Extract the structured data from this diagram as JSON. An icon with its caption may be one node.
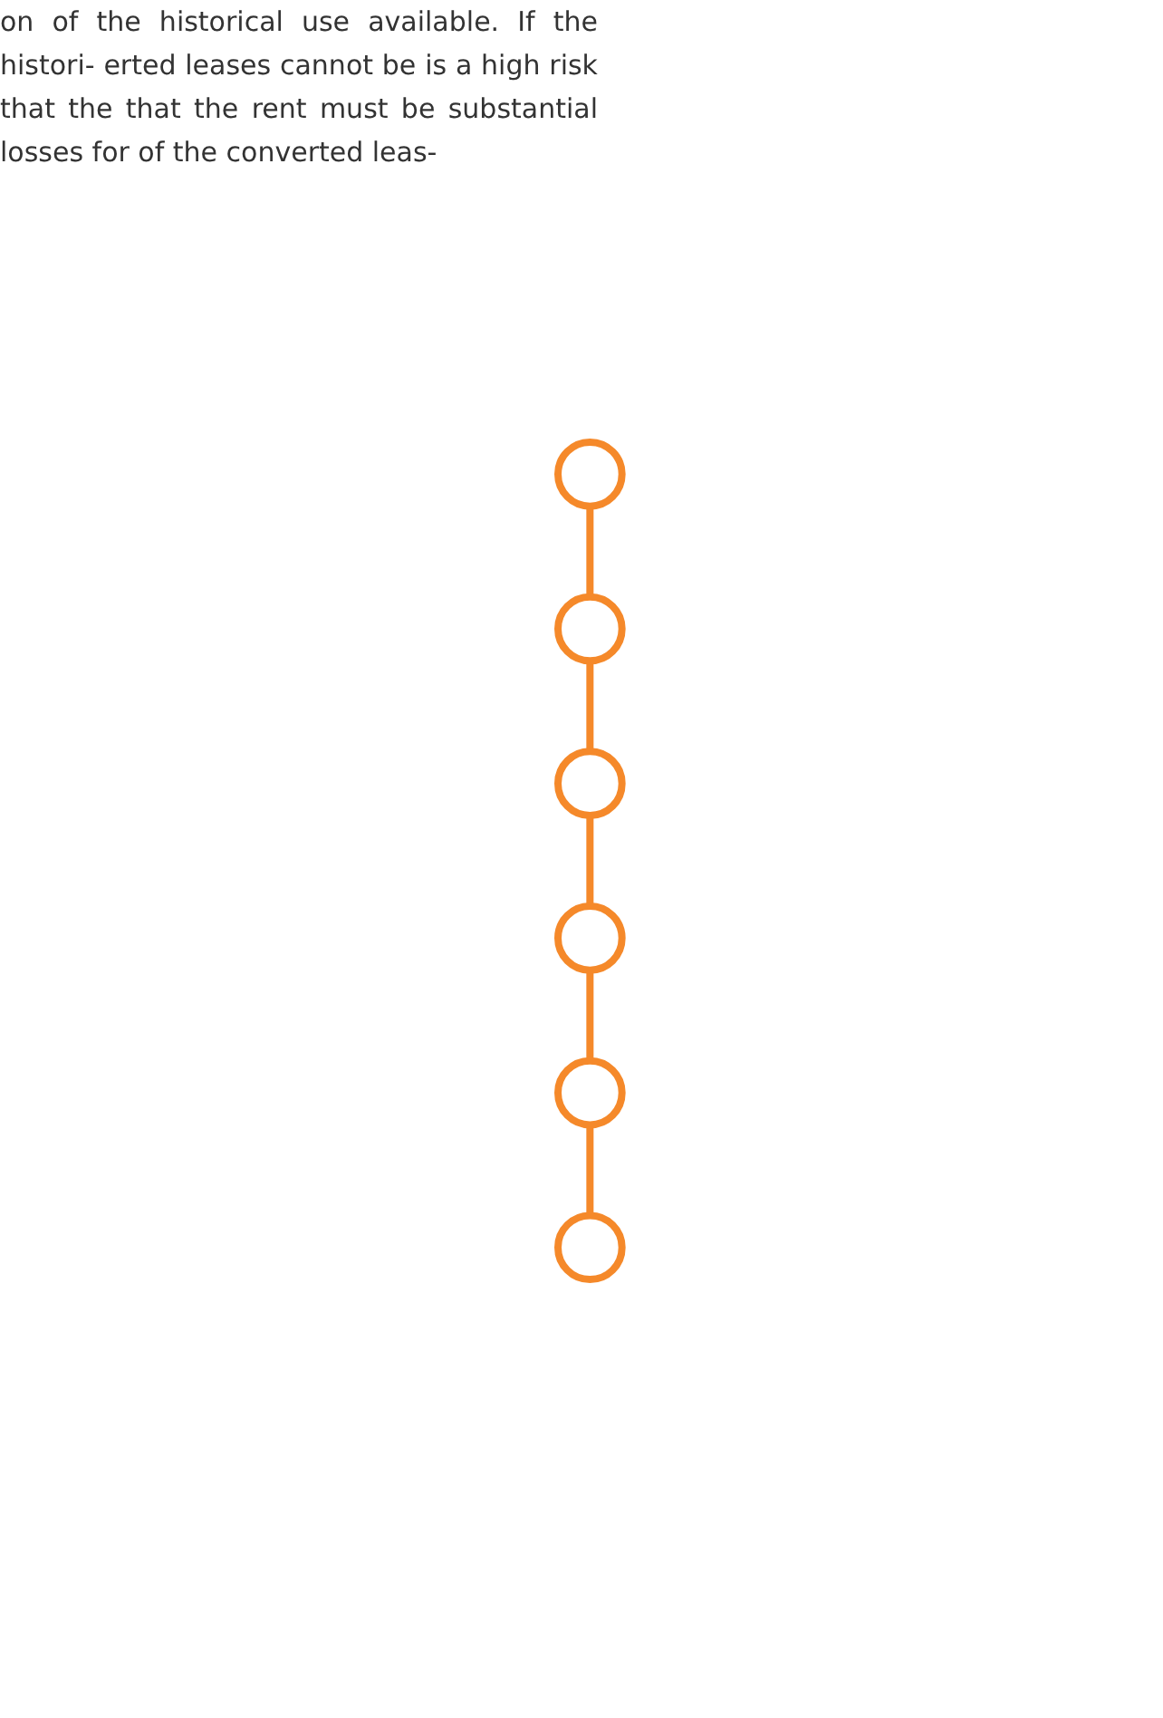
{
  "diagram": {
    "nodes": [
      {
        "text": [],
        "shape": "circle"
      },
      {
        "text": [],
        "shape": "circle"
      },
      {
        "text": [],
        "shape": "circle"
      },
      {
        "text": [],
        "shape": "circle"
      },
      {
        "text": [],
        "shape": "circle"
      },
      {
        "text": [],
        "shape": "circle"
      }
    ],
    "edges": [
      {
        "from": 0,
        "to": 1,
        "arrow": "none"
      },
      {
        "from": 1,
        "to": 2,
        "arrow": "none"
      },
      {
        "from": 2,
        "to": 3,
        "arrow": "none"
      },
      {
        "from": 3,
        "to": 4,
        "arrow": "none"
      },
      {
        "from": 4,
        "to": 5,
        "arrow": "none"
      }
    ],
    "labels": [
      "on of the historical use available. If the histori- erted leases cannot be is a high risk that the that the rent must be substantial losses for of the converted leas-"
    ]
  }
}
